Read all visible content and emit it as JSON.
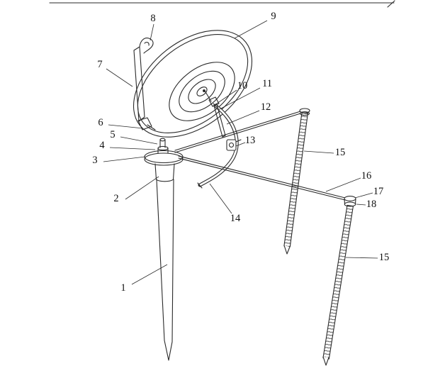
{
  "figure": {
    "colors": {
      "line": "#2a2a2a",
      "background": "#ffffff",
      "label_text": "#111111"
    }
  },
  "labels": [
    {
      "text": "8"
    },
    {
      "text": "9"
    },
    {
      "text": "7"
    },
    {
      "text": "10"
    },
    {
      "text": "11"
    },
    {
      "text": "12"
    },
    {
      "text": "6"
    },
    {
      "text": "5"
    },
    {
      "text": "13"
    },
    {
      "text": "4"
    },
    {
      "text": "3"
    },
    {
      "text": "15"
    },
    {
      "text": "16"
    },
    {
      "text": "2"
    },
    {
      "text": "17"
    },
    {
      "text": "18"
    },
    {
      "text": "14"
    },
    {
      "text": "15"
    },
    {
      "text": "1"
    }
  ]
}
